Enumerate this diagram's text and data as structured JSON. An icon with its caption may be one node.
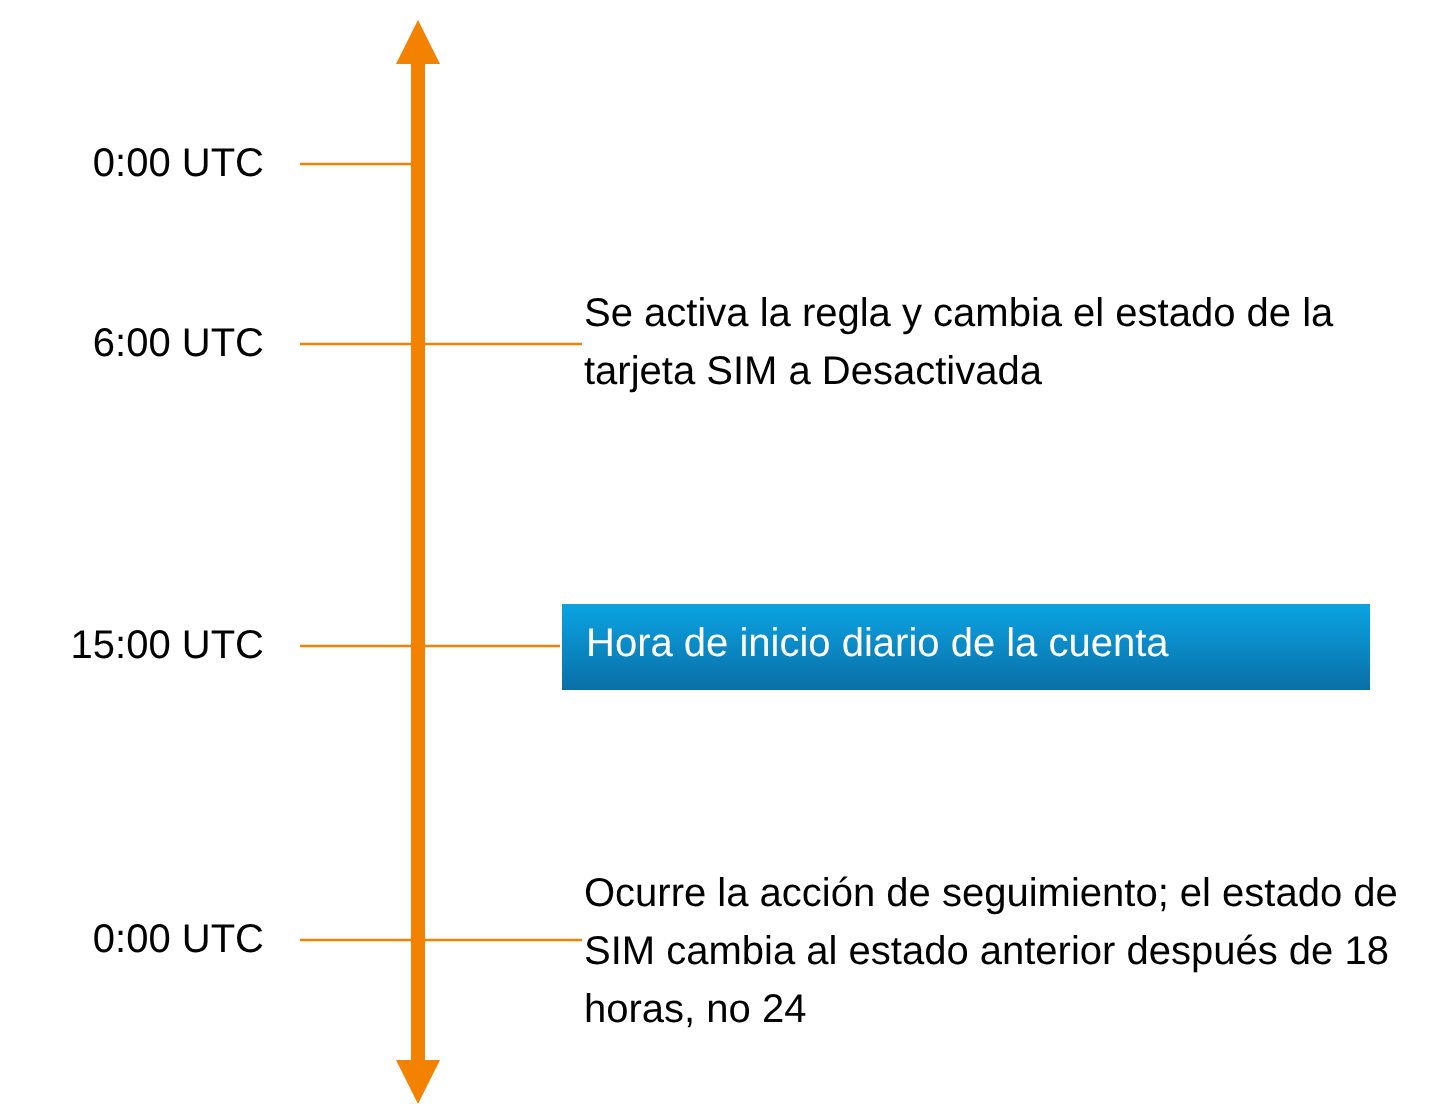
{
  "diagram": {
    "nodes": [
      {
        "text": [
          "0:00 UTC"
        ]
      },
      {
        "text": [
          "6:00 UTC"
        ]
      },
      {
        "text": [
          "Se activa la regla y cambia el estado de la tarjeta SIM a Desactivada"
        ]
      },
      {
        "text": [
          "15:00 UTC"
        ]
      },
      {
        "text": [
          "Hora de inicio diario de la cuenta"
        ]
      },
      {
        "text": [
          "0:00 UTC"
        ]
      },
      {
        "text": [
          "Ocurre la acción de seguimiento; el estado de SIM cambia al estado anterior después de 18 horas, no 24"
        ]
      }
    ],
    "edges": [
      {
        "from": 0,
        "to": null,
        "arrow": "none"
      },
      {
        "from": 1,
        "to": 2,
        "arrow": "none"
      },
      {
        "from": 3,
        "to": 4,
        "arrow": "none"
      },
      {
        "from": 5,
        "to": 6,
        "arrow": "none"
      }
    ]
  }
}
